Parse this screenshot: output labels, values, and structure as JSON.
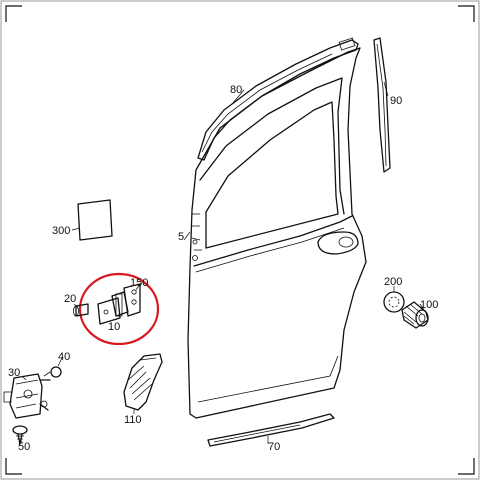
{
  "labels": {
    "l5": "5",
    "l10": "10",
    "l20": "20",
    "l30": "30",
    "l40": "40",
    "l50": "50",
    "l70": "70",
    "l80": "80",
    "l90": "90",
    "l100": "100",
    "l110": "110",
    "l150": "150",
    "l200": "200",
    "l300": "300"
  },
  "colors": {
    "line": "#111111",
    "highlight": "#d71920",
    "frame": "#9a9a9a",
    "background": "#ffffff"
  }
}
